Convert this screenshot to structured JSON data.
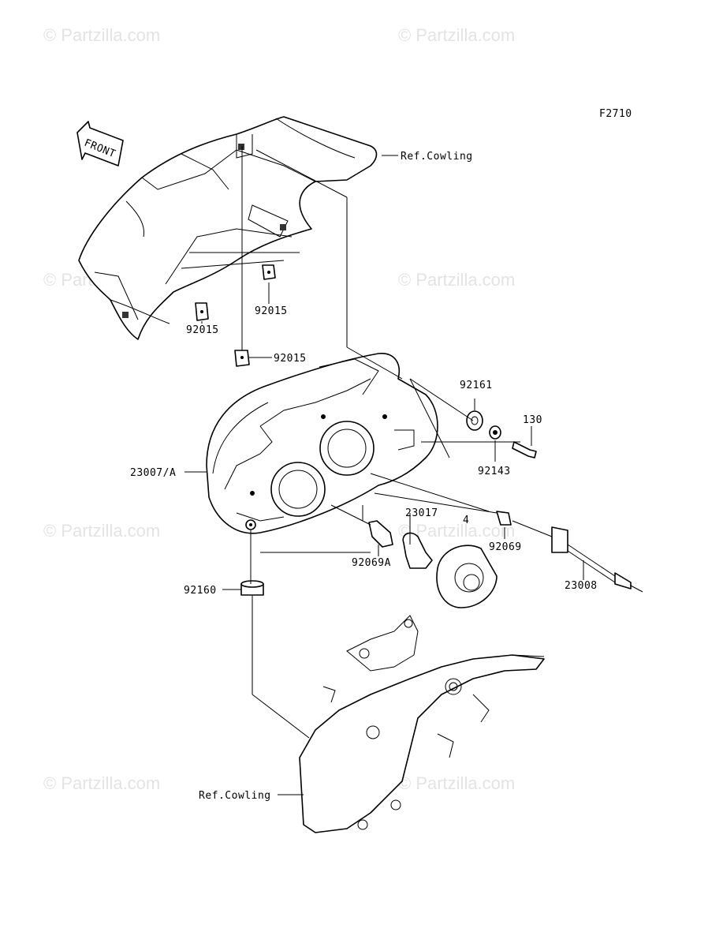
{
  "diagram": {
    "figure_code": "F2710",
    "front_label": "FRONT",
    "watermark": "© Partzilla.com",
    "labels": {
      "ref_cowling_top": "Ref.Cowling",
      "ref_cowling_bottom": "Ref.Cowling",
      "p92015_a": "92015",
      "p92015_b": "92015",
      "p92015_c": "92015",
      "p92161": "92161",
      "p130": "130",
      "p92143": "92143",
      "p23007A": "23007/A",
      "p23017": "23017",
      "p92069A": "92069A",
      "p92069": "92069",
      "p23008": "23008",
      "p92160": "92160",
      "p4": "4"
    }
  }
}
